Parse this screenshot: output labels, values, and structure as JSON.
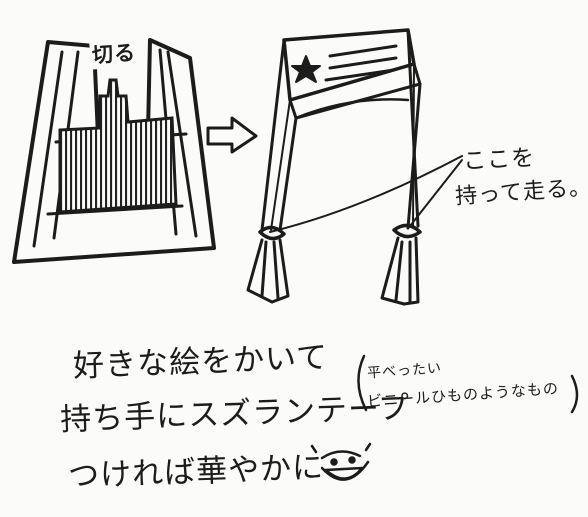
{
  "cut_label": "切る",
  "hold_note": {
    "line1": "ここを",
    "line2": "持って走る。"
  },
  "instructions": {
    "line1": "好きな絵をかいて",
    "line2": "持ち手にスズランテープ",
    "line3": "つければ華やかに"
  },
  "aside": {
    "line1": "平べったい",
    "line2": "ビニールひものようなもの"
  },
  "icons": {
    "arrow": "right-arrow-icon",
    "smiley": "smiley-face-icon",
    "star": "star-icon"
  }
}
